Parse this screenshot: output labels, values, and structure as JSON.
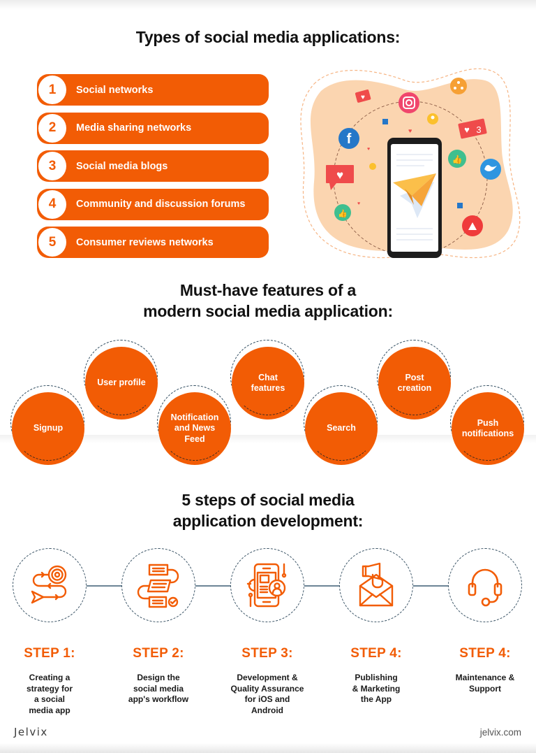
{
  "colors": {
    "accent": "#f25c05",
    "blob": "#fbd5b0",
    "dashed_ring": "#2e4a5e",
    "text": "#111111"
  },
  "section_types": {
    "title": "Types of social media applications:",
    "items": [
      {
        "number": "1",
        "label": "Social networks"
      },
      {
        "number": "2",
        "label": "Media sharing networks"
      },
      {
        "number": "3",
        "label": "Social media blogs"
      },
      {
        "number": "4",
        "label": "Community and discussion forums"
      },
      {
        "number": "5",
        "label": "Consumer reviews networks"
      }
    ],
    "illustration": {
      "badge_count": "3",
      "icons": [
        "heart-chat-icon",
        "instagram-icon",
        "share-icon",
        "facebook-icon",
        "like-icon",
        "twitter-icon",
        "youtube-icon",
        "paper-plane-icon",
        "smartphone-icon",
        "user-icon"
      ]
    }
  },
  "section_features": {
    "title_line1": "Must-have features of a",
    "title_line2": "modern social media application:",
    "items": [
      {
        "line1": "Signup",
        "line2": "",
        "line3": ""
      },
      {
        "line1": "User profile",
        "line2": "",
        "line3": ""
      },
      {
        "line1": "Notification",
        "line2": "and News",
        "line3": "Feed"
      },
      {
        "line1": "Chat",
        "line2": "features",
        "line3": ""
      },
      {
        "line1": "Search",
        "line2": "",
        "line3": ""
      },
      {
        "line1": "Post",
        "line2": "creation",
        "line3": ""
      },
      {
        "line1": "Push",
        "line2": "notifications",
        "line3": ""
      }
    ]
  },
  "section_steps": {
    "title_line1": "5 steps of social media",
    "title_line2": "application development:",
    "items": [
      {
        "title": "STEP 1:",
        "desc": [
          "Creating a",
          "strategy for",
          "a social",
          "media app"
        ],
        "icon": "target-strategy-icon"
      },
      {
        "title": "STEP 2:",
        "desc": [
          "Design the",
          "social media",
          "app's workflow"
        ],
        "icon": "workflow-icon"
      },
      {
        "title": "STEP 3:",
        "desc": [
          "Development &",
          "Quality Assurance",
          "for iOS and",
          "Android"
        ],
        "icon": "mobile-development-icon"
      },
      {
        "title": "STEP 4:",
        "desc": [
          "Publishing",
          "& Marketing",
          "the App"
        ],
        "icon": "megaphone-envelope-icon"
      },
      {
        "title": "STEP 4:",
        "desc": [
          "Maintenance &",
          "Support"
        ],
        "icon": "headset-icon"
      }
    ]
  },
  "footer": {
    "brand": "Jelvix",
    "url": "jelvix.com"
  }
}
